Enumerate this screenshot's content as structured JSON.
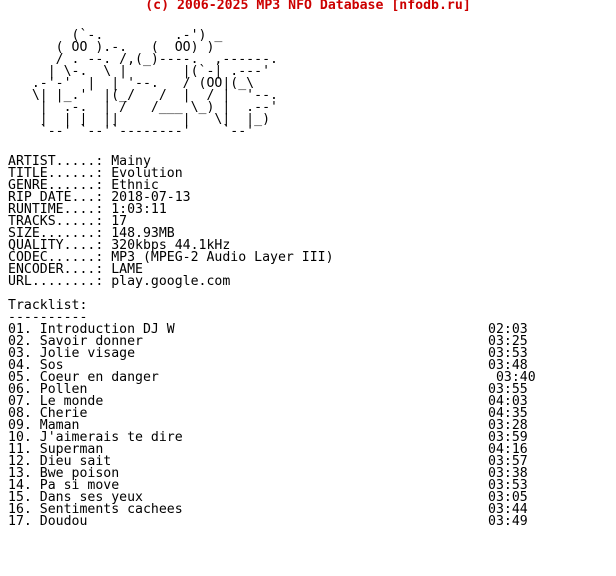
{
  "header": "(c) 2006-2025 MP3 NFO Database [nfodb.ru]",
  "logo_art": "        (`-.         .-') _\n      ( OO ).-.   (  OO) )\n      / . --. /,(_)----.  ,------.\n     | \\-.  \\ |       |(`-| .---'\n   .-'-'  |  | '--.   / (OO|(_\\\n   \\| |_.'  |(_/   /  |  / |  '--.\n    |  .-.  | /   /___ \\_) |  .--'\n    |  | |  ||        |   \\|  |_)\n    `--' `--'`--------'    `--'",
  "info": [
    {
      "key": "ARTIST.....: ",
      "value": "Mainy"
    },
    {
      "key": "TITLE......: ",
      "value": "Evolution"
    },
    {
      "key": "GENRE......: ",
      "value": "Ethnic"
    },
    {
      "key": "RIP DATE...: ",
      "value": "2018-07-13"
    },
    {
      "key": "RUNTIME....: ",
      "value": "1:03:11"
    },
    {
      "key": "TRACKS.....: ",
      "value": "17"
    },
    {
      "key": "SIZE.......: ",
      "value": "148.93MB"
    },
    {
      "key": "QUALITY....: ",
      "value": "320kbps 44.1kHz"
    },
    {
      "key": "CODEC......: ",
      "value": "MP3 (MPEG-2 Audio Layer III)"
    },
    {
      "key": "ENCODER....: ",
      "value": "LAME"
    },
    {
      "key": "URL........: ",
      "value": "play.google.com"
    }
  ],
  "tracklist_title": "Tracklist:",
  "tracklist_rule": "----------",
  "tracks": [
    {
      "label": "01. Introduction DJ W",
      "duration": "02:03"
    },
    {
      "label": "02. Savoir donner",
      "duration": "03:25"
    },
    {
      "label": "03. Jolie visage",
      "duration": "03:53"
    },
    {
      "label": "04. Sos",
      "duration": "03:48"
    },
    {
      "label": "05. Coeur en danger",
      "duration": " 03:40"
    },
    {
      "label": "06. Pollen",
      "duration": "03:55"
    },
    {
      "label": "07. Le monde",
      "duration": "04:03"
    },
    {
      "label": "08. Cherie",
      "duration": "04:35"
    },
    {
      "label": "09. Maman",
      "duration": "03:28"
    },
    {
      "label": "10. J'aimerais te dire",
      "duration": "03:59"
    },
    {
      "label": "11. Superman",
      "duration": "04:16"
    },
    {
      "label": "12. Dieu sait",
      "duration": "03:57"
    },
    {
      "label": "13. Bwe poison",
      "duration": "03:38"
    },
    {
      "label": "14. Pa si move",
      "duration": "03:53"
    },
    {
      "label": "15. Dans ses yeux",
      "duration": "03:05"
    },
    {
      "label": "16. Sentiments cachees",
      "duration": "03:44"
    },
    {
      "label": "17. Doudou",
      "duration": "03:49"
    }
  ]
}
